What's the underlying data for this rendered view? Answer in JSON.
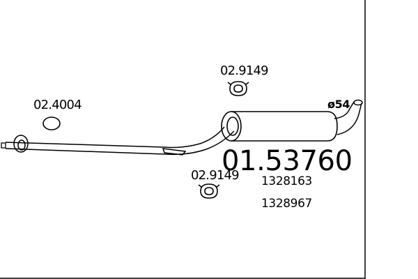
{
  "diagram": {
    "main_part_number": "01.53760",
    "oe_numbers": [
      "1328163",
      "1328967"
    ],
    "diameter_label": "ø54",
    "accessories": [
      {
        "number": "02.4004",
        "type": "rubber-ring"
      },
      {
        "number": "02.9149",
        "type": "clamp"
      },
      {
        "number": "02.9149",
        "type": "clamp"
      }
    ]
  },
  "colors": {
    "line": "#000000",
    "background": "#ffffff"
  }
}
